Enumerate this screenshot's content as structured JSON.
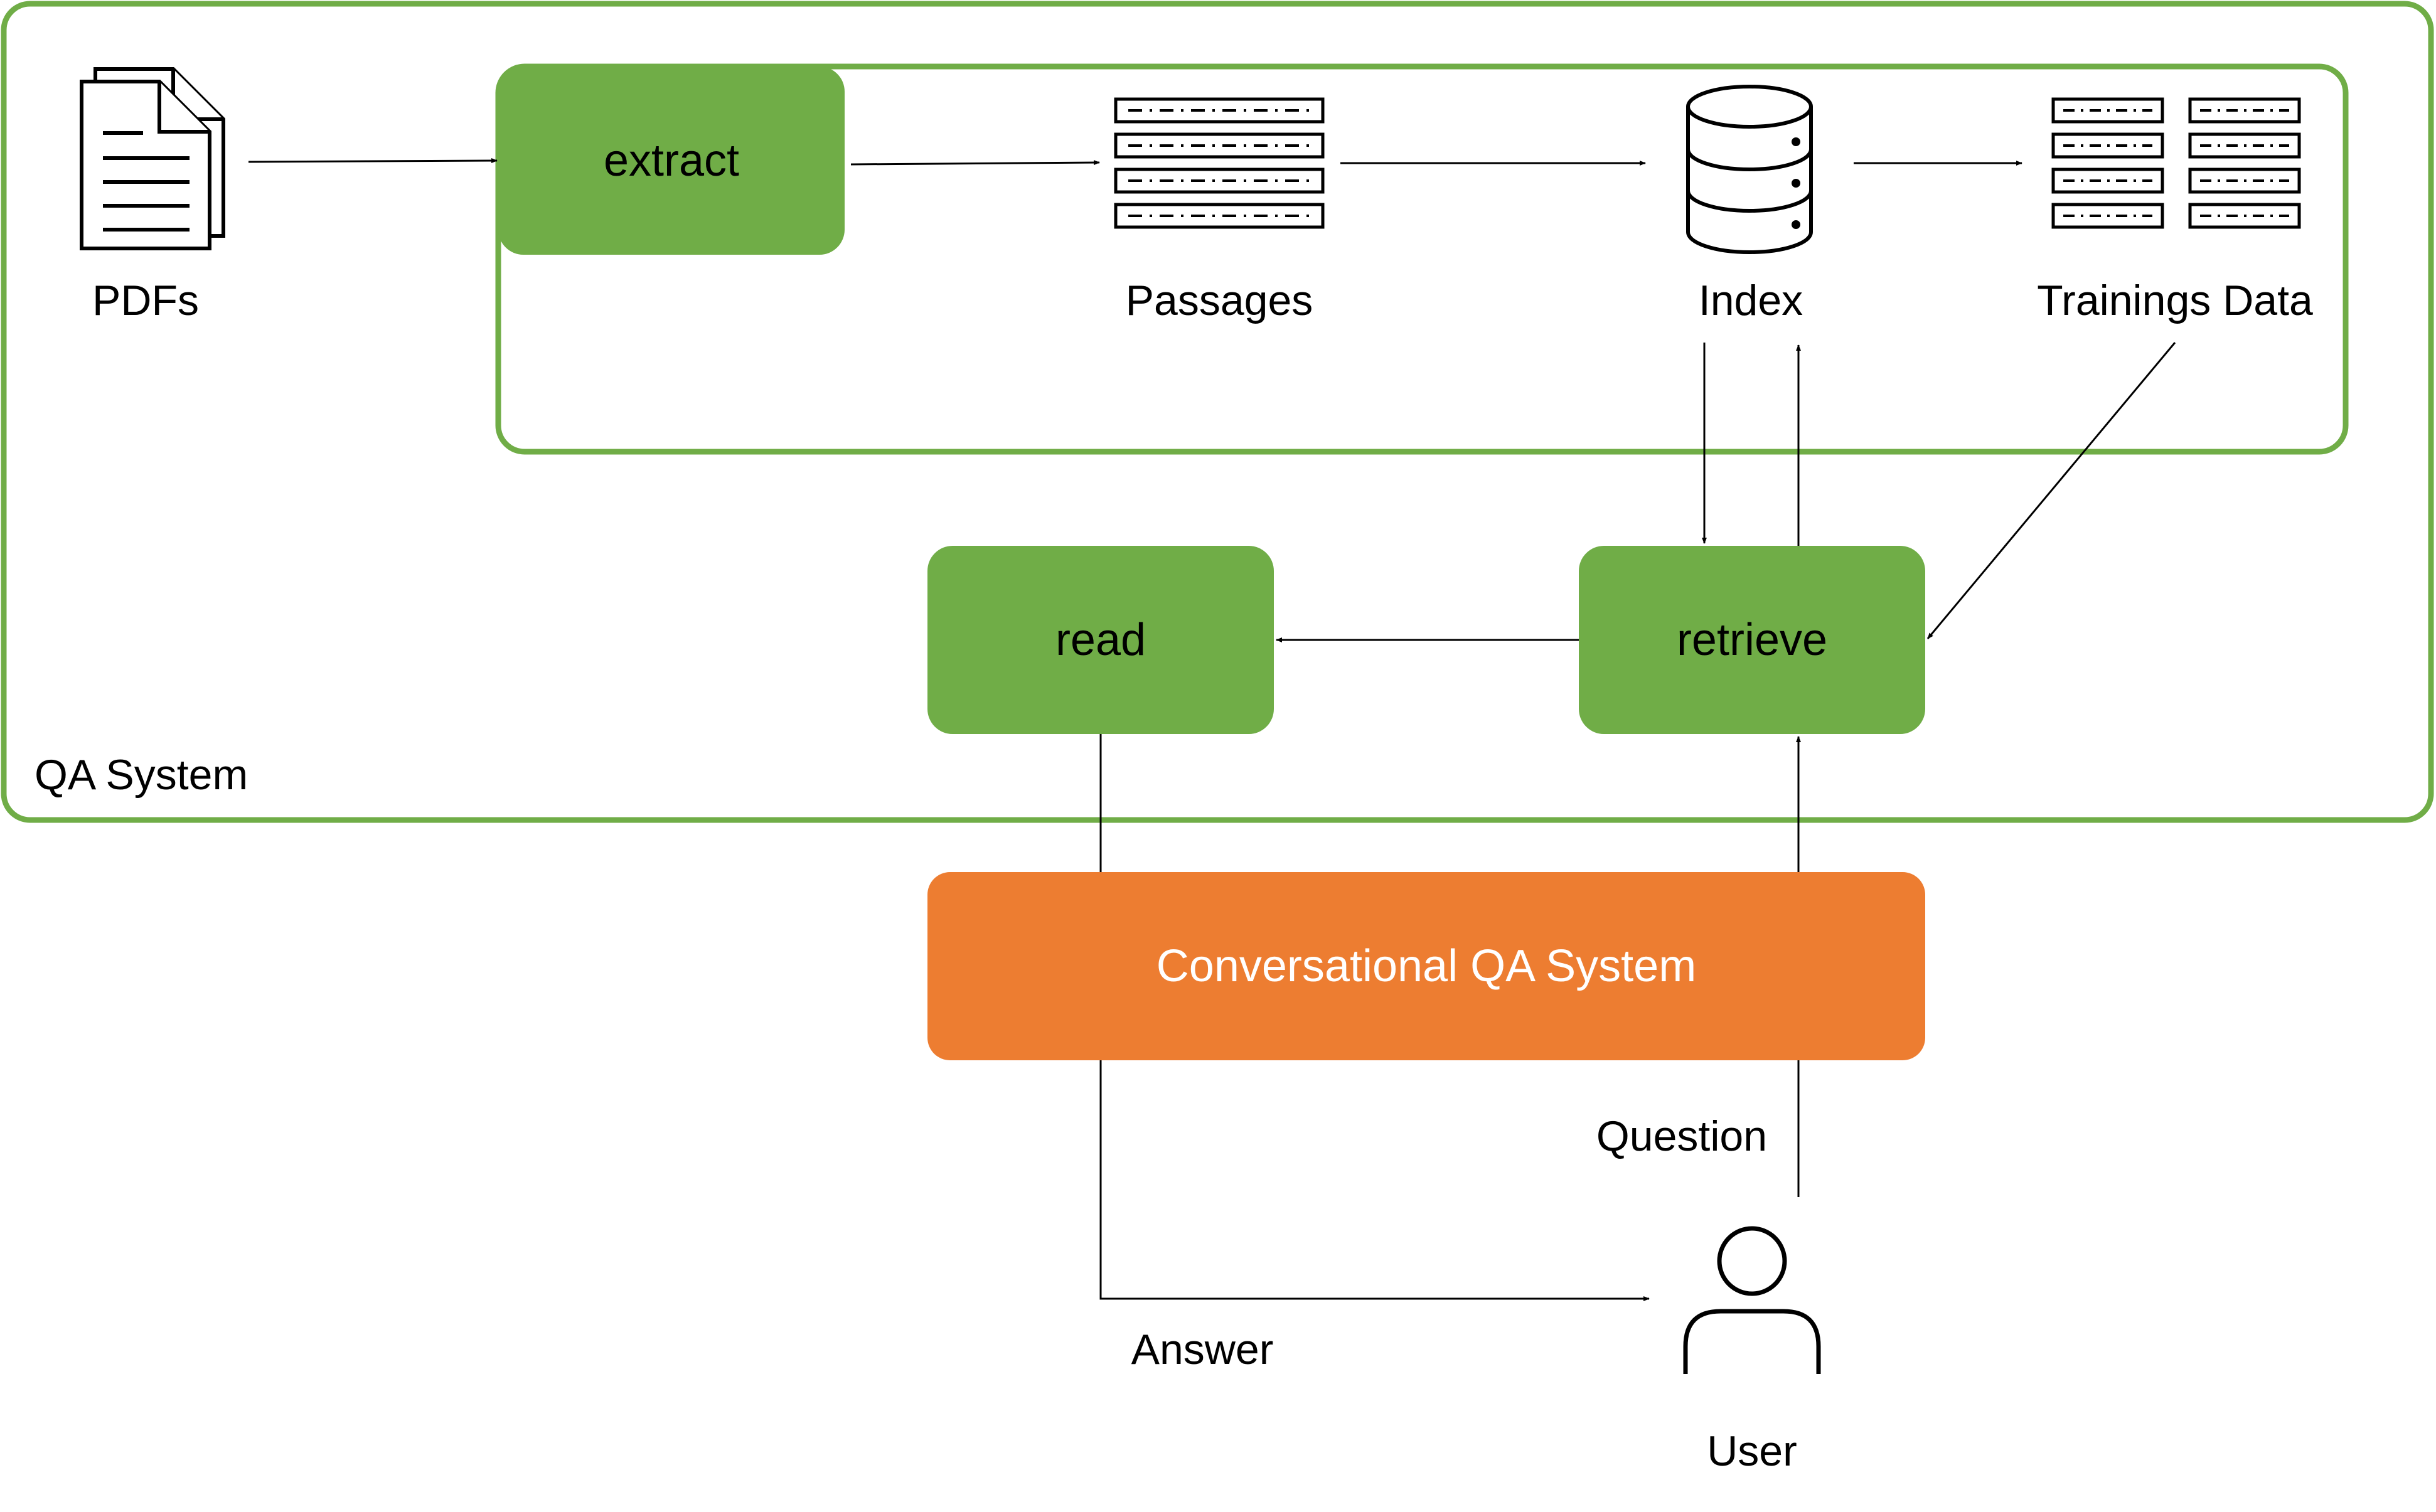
{
  "diagram": {
    "outer_frame_label": "QA System",
    "colors": {
      "green": "#70AD47",
      "orange": "#ED7D31",
      "text_dark": "#000000",
      "text_light": "#FFFFFF"
    },
    "process_boxes": {
      "extract": "extract",
      "read": "read",
      "retrieve": "retrieve",
      "conversational": "Conversational QA System"
    },
    "icons": {
      "pdfs": {
        "icon": "documents-icon",
        "label": "PDFs"
      },
      "passages": {
        "icon": "passages-stack-icon",
        "label": "Passages"
      },
      "index": {
        "icon": "database-icon",
        "label": "Index"
      },
      "training_data": {
        "icon": "training-data-stack-icon",
        "label": "Trainings Data"
      },
      "user": {
        "icon": "user-icon",
        "label": "User"
      }
    },
    "edge_labels": {
      "question": "Question",
      "answer": "Answer"
    }
  }
}
